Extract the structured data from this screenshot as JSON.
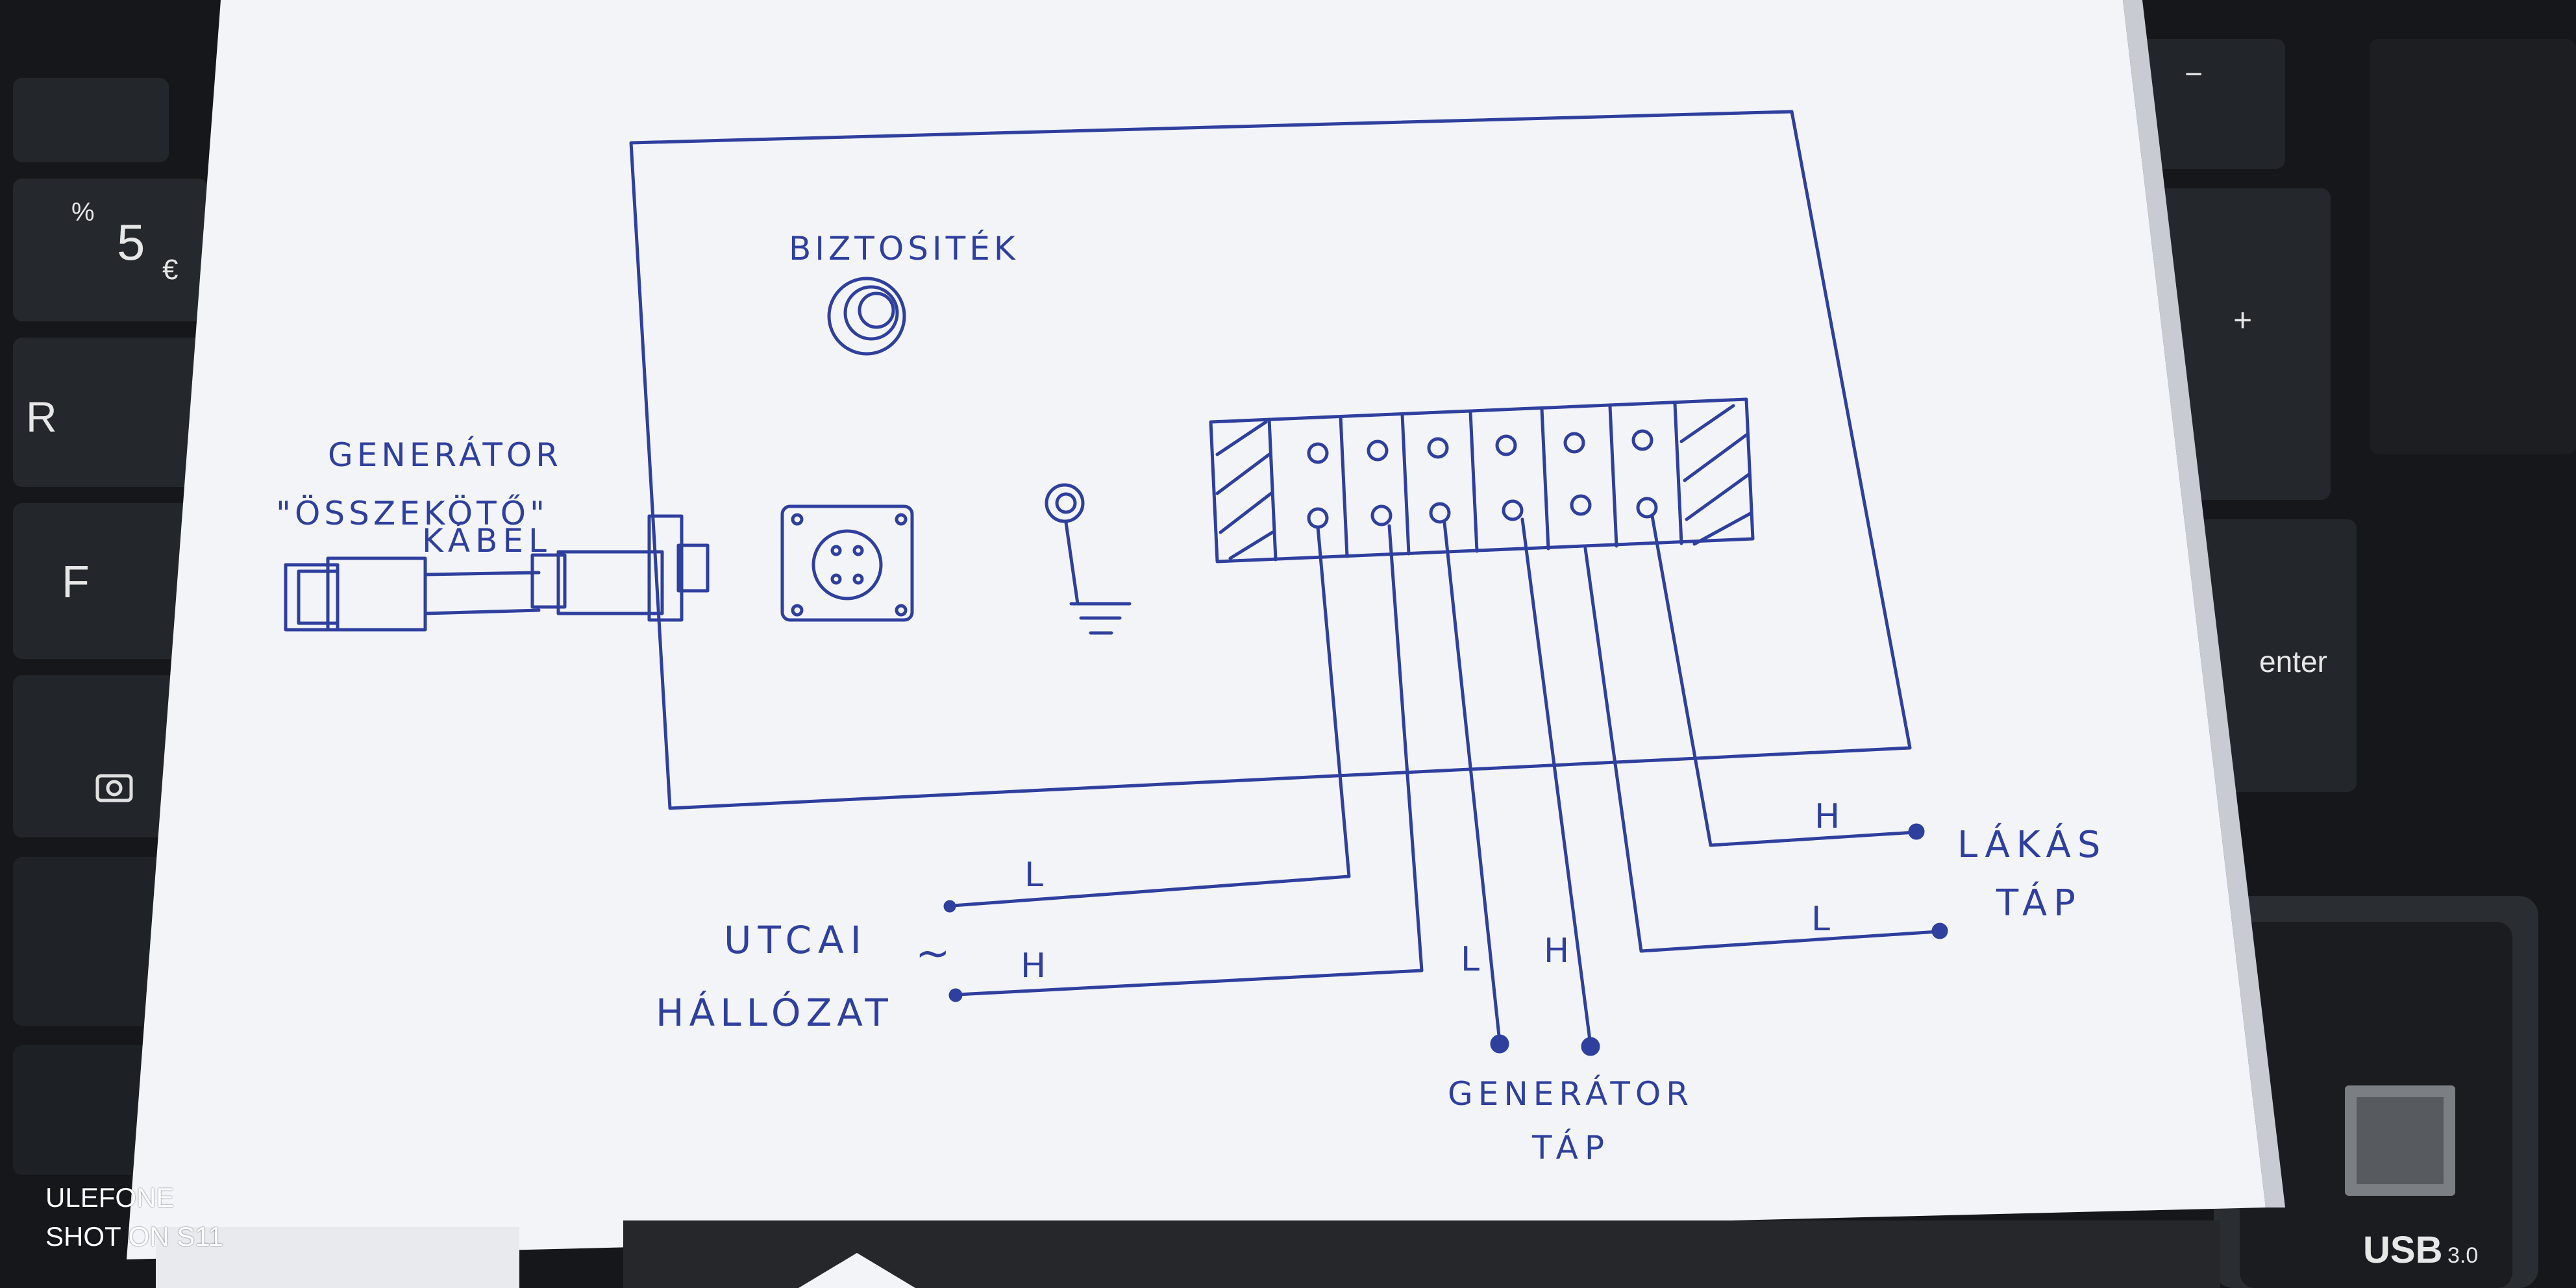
{
  "photo": {
    "watermark_line1": "ULEFONE",
    "watermark_line2": "SHOT ON S11"
  },
  "drawing": {
    "fuse_label": "BIZTOSITÉK",
    "cable_label_line1": "GENERÁTOR",
    "cable_label_line2": "\"ÖSSZEKÖTŐ\"",
    "cable_label_line3": "KÁBEL",
    "street_label_line1": "UTCAI",
    "street_label_line2": "HÁLLÓZAT",
    "street_tilde": "~",
    "street_wire_top": "L",
    "street_wire_bottom": "H",
    "generator_wire_left": "L",
    "generator_wire_right": "H",
    "generator_supply_line1": "GENERÁTOR",
    "generator_supply_line2": "TÁP",
    "home_wire_top": "H",
    "home_wire_bottom": "L",
    "home_supply_line1": "LÁKÁS",
    "home_supply_line2": "TÁP"
  },
  "keyboard": {
    "key_5": "5",
    "key_percent": "%",
    "key_euro": "€",
    "key_r": "R",
    "key_f": "F",
    "key_minus": "−",
    "key_plus": "+",
    "key_enter": "enter",
    "key_usb": "USB",
    "key_usb_ver": "3.0"
  },
  "colors": {
    "ink": "#2f3f9e",
    "paper": "#f3f4f8",
    "keyboard": "#1a1c1f"
  }
}
